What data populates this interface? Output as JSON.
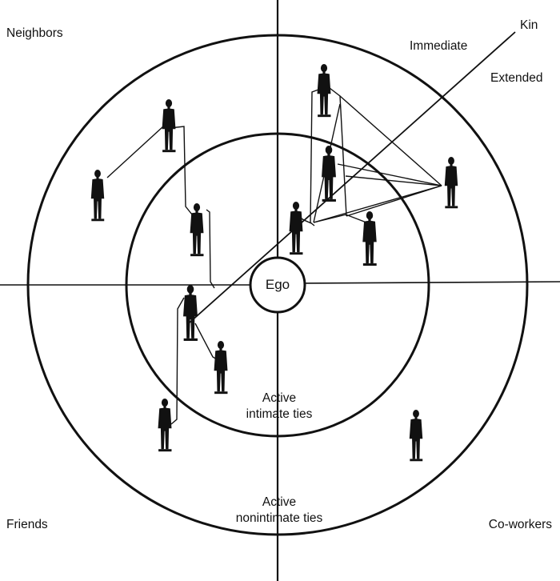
{
  "colors": {
    "ink": "#111111",
    "background": "#ffffff"
  },
  "labels": {
    "ego": "Ego",
    "neighbors": "Neighbors",
    "friends": "Friends",
    "coworkers": "Co-workers",
    "kin": "Kin",
    "immediate": "Immediate",
    "extended": "Extended",
    "active_intimate_ties_line1": "Active",
    "active_intimate_ties_line2": "intimate ties",
    "active_nonintimate_ties_line1": "Active",
    "active_nonintimate_ties_line2": "nonintimate ties"
  },
  "icons": {
    "person": "person-silhouette-icon"
  }
}
